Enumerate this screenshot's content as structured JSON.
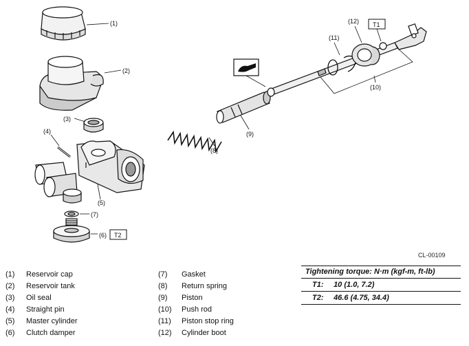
{
  "callouts": {
    "c1": "(1)",
    "c2": "(2)",
    "c3": "(3)",
    "c4": "(4)",
    "c5": "(5)",
    "c6": "(6)",
    "c7": "(7)",
    "c8": "(8)",
    "c9": "(9)",
    "c10": "(10)",
    "c11": "(11)",
    "c12": "(12)",
    "t1": "T1",
    "t2": "T2"
  },
  "figure_code": "CL-00109",
  "legend_left": [
    {
      "num": "(1)",
      "name": "Reservoir cap"
    },
    {
      "num": "(2)",
      "name": "Reservoir tank"
    },
    {
      "num": "(3)",
      "name": "Oil seal"
    },
    {
      "num": "(4)",
      "name": "Straight pin"
    },
    {
      "num": "(5)",
      "name": "Master cylinder"
    },
    {
      "num": "(6)",
      "name": "Clutch damper"
    }
  ],
  "legend_right": [
    {
      "num": "(7)",
      "name": "Gasket"
    },
    {
      "num": "(8)",
      "name": "Return spring"
    },
    {
      "num": "(9)",
      "name": "Piston"
    },
    {
      "num": "(10)",
      "name": "Push rod"
    },
    {
      "num": "(11)",
      "name": "Piston stop ring"
    },
    {
      "num": "(12)",
      "name": "Cylinder boot"
    }
  ],
  "torque": {
    "title": "Tightening torque: N·m (kgf-m, ft-lb)",
    "rows": [
      {
        "key": "T1:",
        "value": "10 (1.0, 7.2)"
      },
      {
        "key": "T2:",
        "value": "46.6 (4.75, 34.4)"
      }
    ]
  }
}
